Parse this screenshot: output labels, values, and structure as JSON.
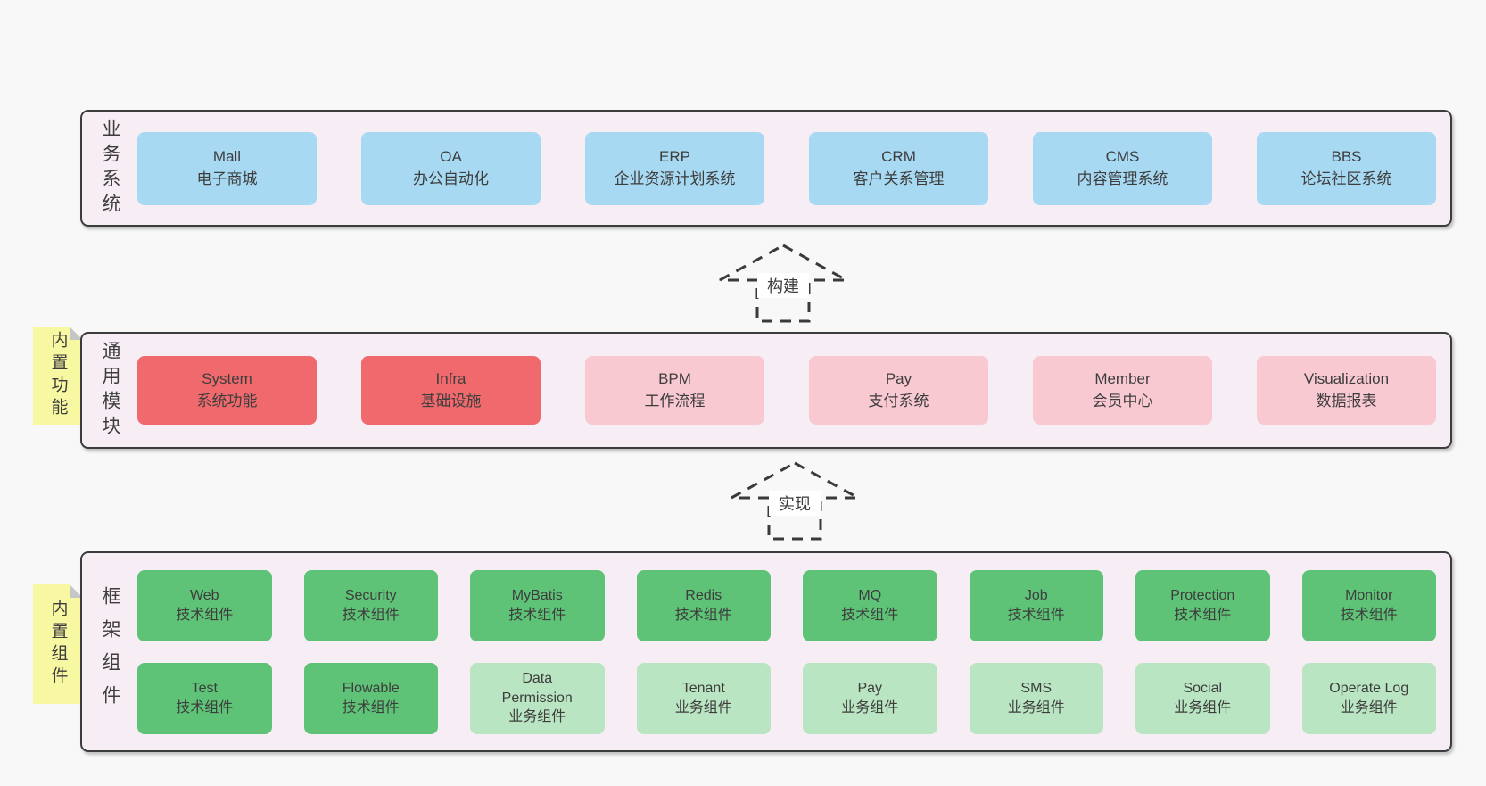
{
  "colors": {
    "page_bg": "#f8f8f8",
    "band_bg": "#f7edf5",
    "band_border": "#3c3c3c",
    "text": "#3d3d3d",
    "blue": "#a8d9f3",
    "red": "#f0696c",
    "pink": "#f9c9d2",
    "green": "#5ec377",
    "light_green": "#bae5c2",
    "note_yellow": "#f9f8a2",
    "note_fold": "#c6c6c6"
  },
  "layers": {
    "business": {
      "side_label": "业务系统",
      "boxes": [
        {
          "title": "Mall",
          "subtitle": "电子商城",
          "color": "blue"
        },
        {
          "title": "OA",
          "subtitle": "办公自动化",
          "color": "blue"
        },
        {
          "title": "ERP",
          "subtitle": "企业资源计划系统",
          "color": "blue"
        },
        {
          "title": "CRM",
          "subtitle": "客户关系管理",
          "color": "blue"
        },
        {
          "title": "CMS",
          "subtitle": "内容管理系统",
          "color": "blue"
        },
        {
          "title": "BBS",
          "subtitle": "论坛社区系统",
          "color": "blue"
        }
      ]
    },
    "modules": {
      "side_label": "通用模块",
      "note": "内置功能",
      "boxes": [
        {
          "title": "System",
          "subtitle": "系统功能",
          "color": "red"
        },
        {
          "title": "Infra",
          "subtitle": "基础设施",
          "color": "red"
        },
        {
          "title": "BPM",
          "subtitle": "工作流程",
          "color": "pink"
        },
        {
          "title": "Pay",
          "subtitle": "支付系统",
          "color": "pink"
        },
        {
          "title": "Member",
          "subtitle": "会员中心",
          "color": "pink"
        },
        {
          "title": "Visualization",
          "subtitle": "数据报表",
          "color": "pink"
        }
      ]
    },
    "components": {
      "side_label": "框架组件",
      "note": "内置组件",
      "row1": [
        {
          "title": "Web",
          "subtitle": "技术组件",
          "color": "green"
        },
        {
          "title": "Security",
          "subtitle": "技术组件",
          "color": "green"
        },
        {
          "title": "MyBatis",
          "subtitle": "技术组件",
          "color": "green"
        },
        {
          "title": "Redis",
          "subtitle": "技术组件",
          "color": "green"
        },
        {
          "title": "MQ",
          "subtitle": "技术组件",
          "color": "green"
        },
        {
          "title": "Job",
          "subtitle": "技术组件",
          "color": "green"
        },
        {
          "title": "Protection",
          "subtitle": "技术组件",
          "color": "green"
        },
        {
          "title": "Monitor",
          "subtitle": "技术组件",
          "color": "green"
        }
      ],
      "row2": [
        {
          "title": "Test",
          "subtitle": "技术组件",
          "color": "green"
        },
        {
          "title": "Flowable",
          "subtitle": "技术组件",
          "color": "green"
        },
        {
          "title": "Data Permission",
          "subtitle": "业务组件",
          "color": "light_green"
        },
        {
          "title": "Tenant",
          "subtitle": "业务组件",
          "color": "light_green"
        },
        {
          "title": "Pay",
          "subtitle": "业务组件",
          "color": "light_green"
        },
        {
          "title": "SMS",
          "subtitle": "业务组件",
          "color": "light_green"
        },
        {
          "title": "Social",
          "subtitle": "业务组件",
          "color": "light_green"
        },
        {
          "title": "Operate Log",
          "subtitle": "业务组件",
          "color": "light_green"
        }
      ]
    }
  },
  "arrows": [
    {
      "label": "构建"
    },
    {
      "label": "实现"
    }
  ]
}
